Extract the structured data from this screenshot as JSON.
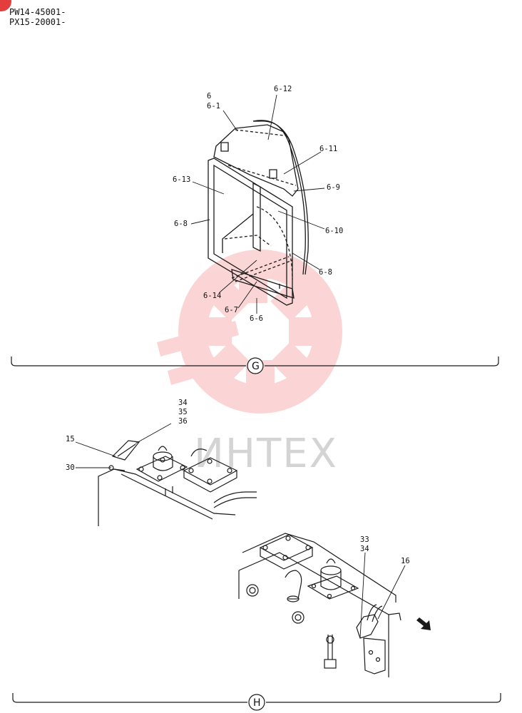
{
  "header": {
    "line1": "PW14-45001-",
    "line2": "PX15-20001-"
  },
  "sections": {
    "g": "G",
    "h": "H"
  },
  "watermark": {
    "text": "ИНТЕХ",
    "color": "#f26a6a"
  },
  "colors": {
    "line": "#1a1a1a",
    "badge": "#e33d3d"
  },
  "labels_g": {
    "p6": "6",
    "p6_1": "6-1",
    "p6_12": "6-12",
    "p6_11": "6-11",
    "p6_13": "6-13",
    "p6_9": "6-9",
    "p6_8a": "6-8",
    "p6_10": "6-10",
    "p6_8b": "6-8",
    "p6_14": "6-14",
    "p6_7": "6-7",
    "p6_6": "6-6"
  },
  "labels_h": {
    "p34a": "34",
    "p35": "35",
    "p36": "36",
    "p15": "15",
    "p30": "30",
    "p33": "33",
    "p34b": "34",
    "p16": "16"
  }
}
